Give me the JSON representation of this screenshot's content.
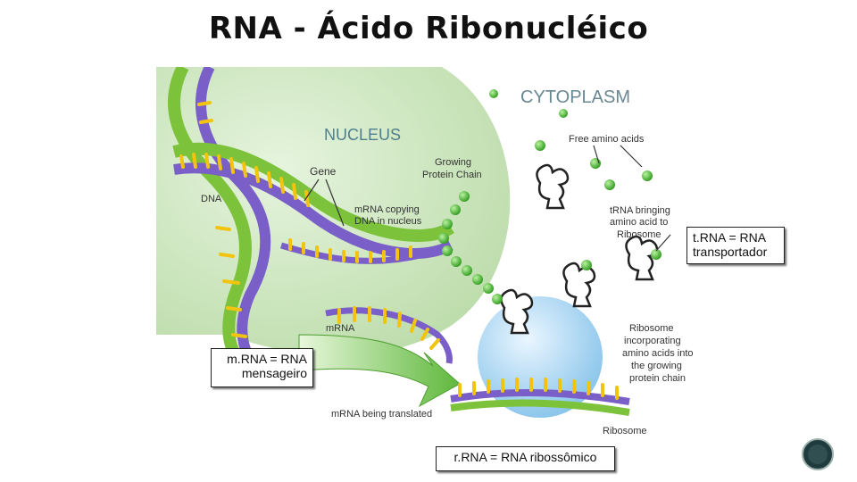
{
  "slide": {
    "title": "RNA - Ácido Ribonucléico"
  },
  "diagram": {
    "labels": {
      "cytoplasm": "CYTOPLASM",
      "nucleus": "NUCLEUS",
      "free_amino_acids": "Free amino acids",
      "growing_chain_1": "Growing",
      "growing_chain_2": "Protein Chain",
      "gene": "Gene",
      "dna": "DNA",
      "mrna_copying_1": "mRNA copying",
      "mrna_copying_2": "DNA in nucleus",
      "trna_bringing_1": "tRNA bringing",
      "trna_bringing_2": "amino acid to",
      "trna_bringing_3": "Ribosome",
      "mrna": "mRNA",
      "ribosome_incorp_1": "Ribosome",
      "ribosome_incorp_2": "incorporating",
      "ribosome_incorp_3": "amino acids into",
      "ribosome_incorp_4": "the growing",
      "ribosome_incorp_5": "protein chain",
      "mrna_translated": "mRNA being translated",
      "ribosome": "Ribosome"
    },
    "colors": {
      "nucleus": "#cfe8c3",
      "green_strand": "#7cc23a",
      "purple_strand": "#7a5fc8",
      "bases": "#f2c40f",
      "amino_acid": "#44b82a",
      "ribosome": "#a9d6f2",
      "arrow": "#6cc04a"
    }
  },
  "callouts": {
    "trna_line1": "t.RNA = RNA",
    "trna_line2": "transportador",
    "mrna_line1": "m.RNA = RNA",
    "mrna_line2": "mensageiro",
    "rrna": "r.RNA = RNA ribossômico"
  },
  "navigation": {
    "icon": "circle-nav-icon"
  }
}
